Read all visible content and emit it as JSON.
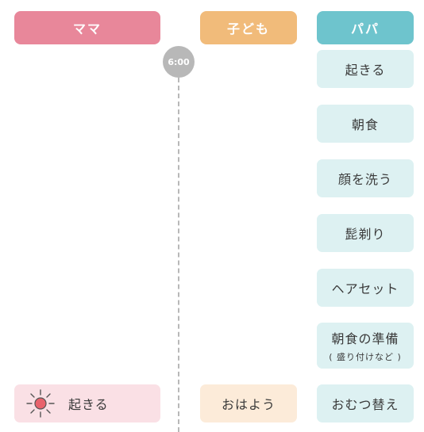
{
  "headers": {
    "mama": "ママ",
    "kodomo": "子ども",
    "papa": "パパ"
  },
  "time": {
    "label": "6:00"
  },
  "papa_tasks": [
    {
      "label": "起きる"
    },
    {
      "label": "朝食"
    },
    {
      "label": "顔を洗う"
    },
    {
      "label": "髭剃り"
    },
    {
      "label": "ヘアセット"
    },
    {
      "label": "朝食の準備",
      "note": "( 盛り付けなど )"
    },
    {
      "label": "おむつ替え"
    }
  ],
  "mama_tasks": [
    {
      "label": "起きる",
      "icon": "sun-icon"
    }
  ],
  "kodomo_tasks": [
    {
      "label": "おはよう"
    }
  ],
  "colors": {
    "mama": "#e8879a",
    "kodomo": "#f1bb7a",
    "papa": "#6ec4cd",
    "timeline": "#b8b8b8"
  }
}
